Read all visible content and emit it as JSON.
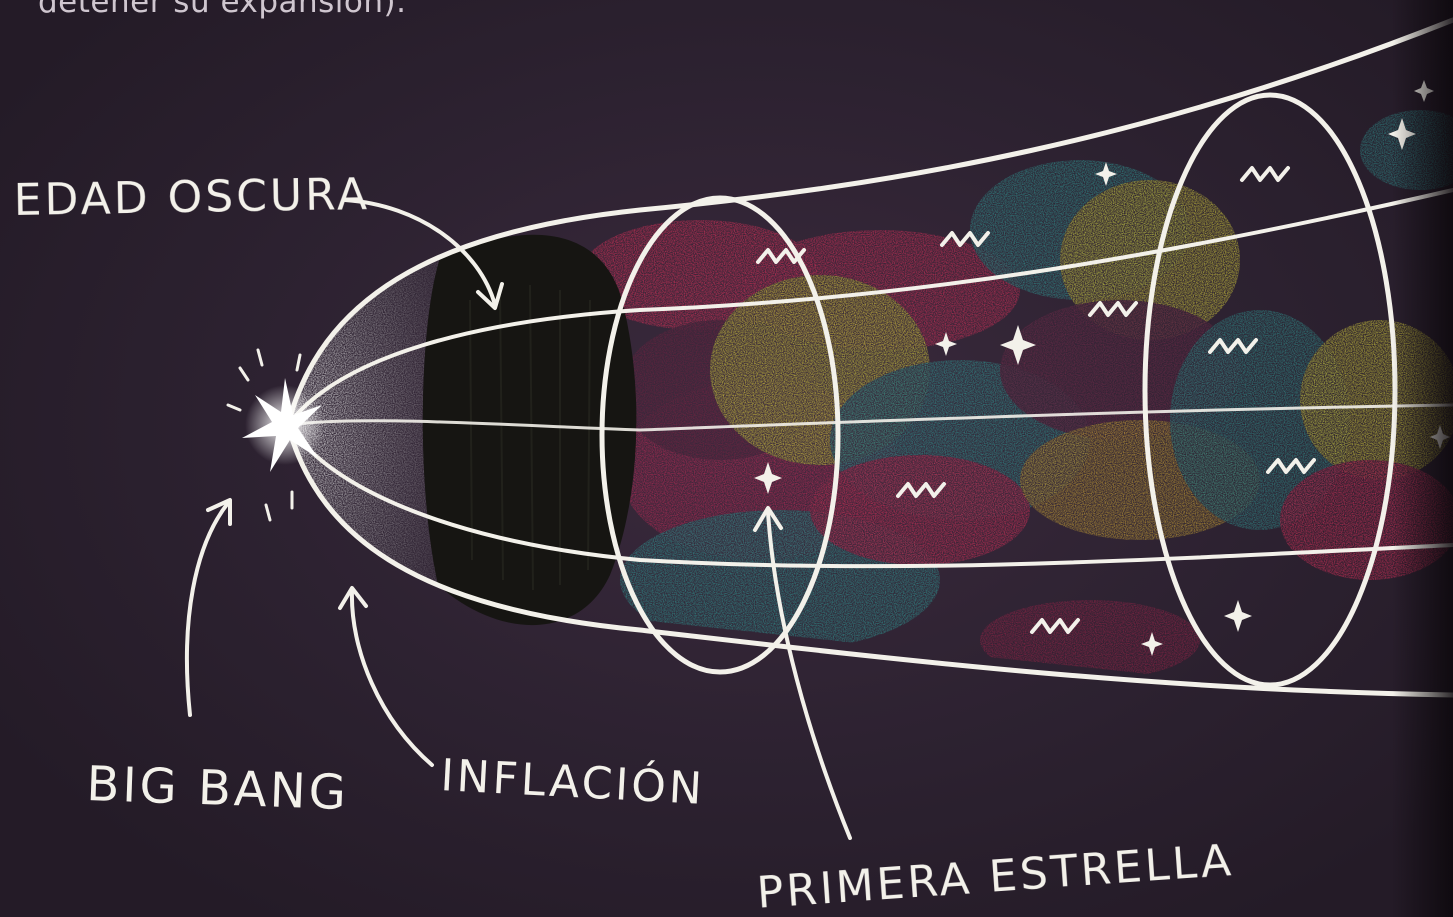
{
  "caption_fragment": "detener su expansión).",
  "labels": {
    "dark_age": "EDAD OSCURA",
    "big_bang": "BIG BANG",
    "inflation": "INFLACIÓN",
    "first_star": "PRIMERA ESTRELLA"
  },
  "colors": {
    "background": "#2d2231",
    "ink": "#f3f1ea",
    "dark_age": "#161512",
    "nebula_red": "#c92f56",
    "nebula_yellow": "#c9c23b",
    "nebula_teal": "#2f8f8c"
  }
}
